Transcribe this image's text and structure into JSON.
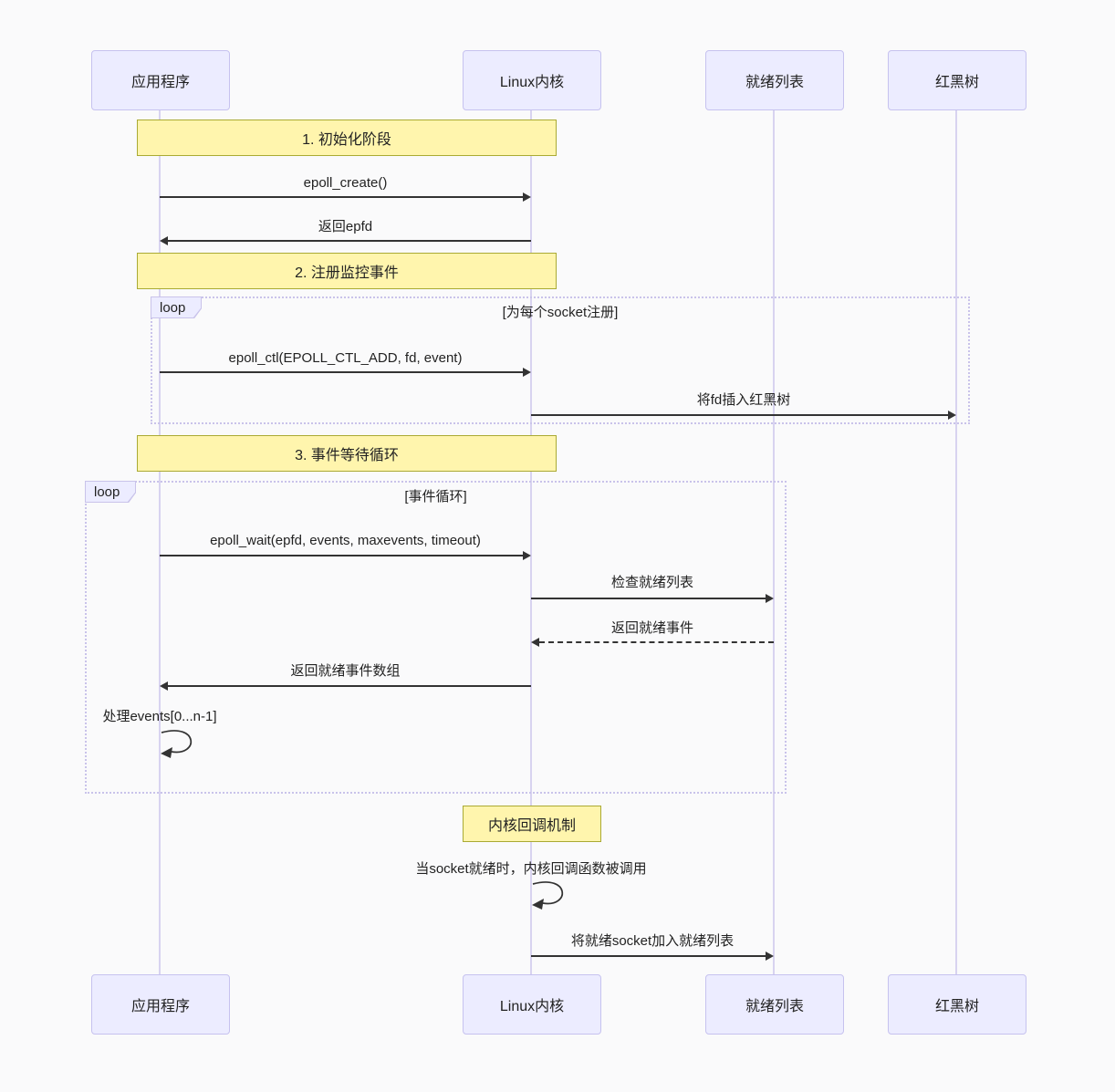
{
  "participants": [
    {
      "label": "应用程序"
    },
    {
      "label": "Linux内核"
    },
    {
      "label": "就绪列表"
    },
    {
      "label": "红黑树"
    }
  ],
  "phase_notes": [
    {
      "label": "1. 初始化阶段"
    },
    {
      "label": "2. 注册监控事件"
    },
    {
      "label": "3. 事件等待循环"
    },
    {
      "label": "内核回调机制"
    }
  ],
  "loops": [
    {
      "keyword": "loop",
      "condition": "[为每个socket注册]"
    },
    {
      "keyword": "loop",
      "condition": "[事件循环]"
    }
  ],
  "messages": [
    {
      "text": "epoll_create()",
      "from": "应用程序",
      "to": "Linux内核",
      "style": "solid"
    },
    {
      "text": "返回epfd",
      "from": "Linux内核",
      "to": "应用程序",
      "style": "solid"
    },
    {
      "text": "epoll_ctl(EPOLL_CTL_ADD, fd, event)",
      "from": "应用程序",
      "to": "Linux内核",
      "style": "solid"
    },
    {
      "text": "将fd插入红黑树",
      "from": "Linux内核",
      "to": "红黑树",
      "style": "solid"
    },
    {
      "text": "epoll_wait(epfd, events, maxevents, timeout)",
      "from": "应用程序",
      "to": "Linux内核",
      "style": "solid"
    },
    {
      "text": "检查就绪列表",
      "from": "Linux内核",
      "to": "就绪列表",
      "style": "solid"
    },
    {
      "text": "返回就绪事件",
      "from": "就绪列表",
      "to": "Linux内核",
      "style": "dashed"
    },
    {
      "text": "返回就绪事件数组",
      "from": "Linux内核",
      "to": "应用程序",
      "style": "solid"
    },
    {
      "text": "处理events[0...n-1]",
      "from": "应用程序",
      "to": "应用程序",
      "style": "self"
    },
    {
      "text": "当socket就绪时，内核回调函数被调用",
      "from": "Linux内核",
      "to": "Linux内核",
      "style": "self"
    },
    {
      "text": "将就绪socket加入就绪列表",
      "from": "Linux内核",
      "to": "就绪列表",
      "style": "solid"
    }
  ],
  "colors": {
    "participant_fill": "#ECECFF",
    "participant_border": "#C6C2EF",
    "note_fill": "#FFF5AD",
    "note_border": "#AAAA33",
    "frame_border": "#C9C3EA",
    "lifeline": "#D8D3F0",
    "arrow": "#333333",
    "background": "#FAFAFB",
    "text": "#222222"
  }
}
